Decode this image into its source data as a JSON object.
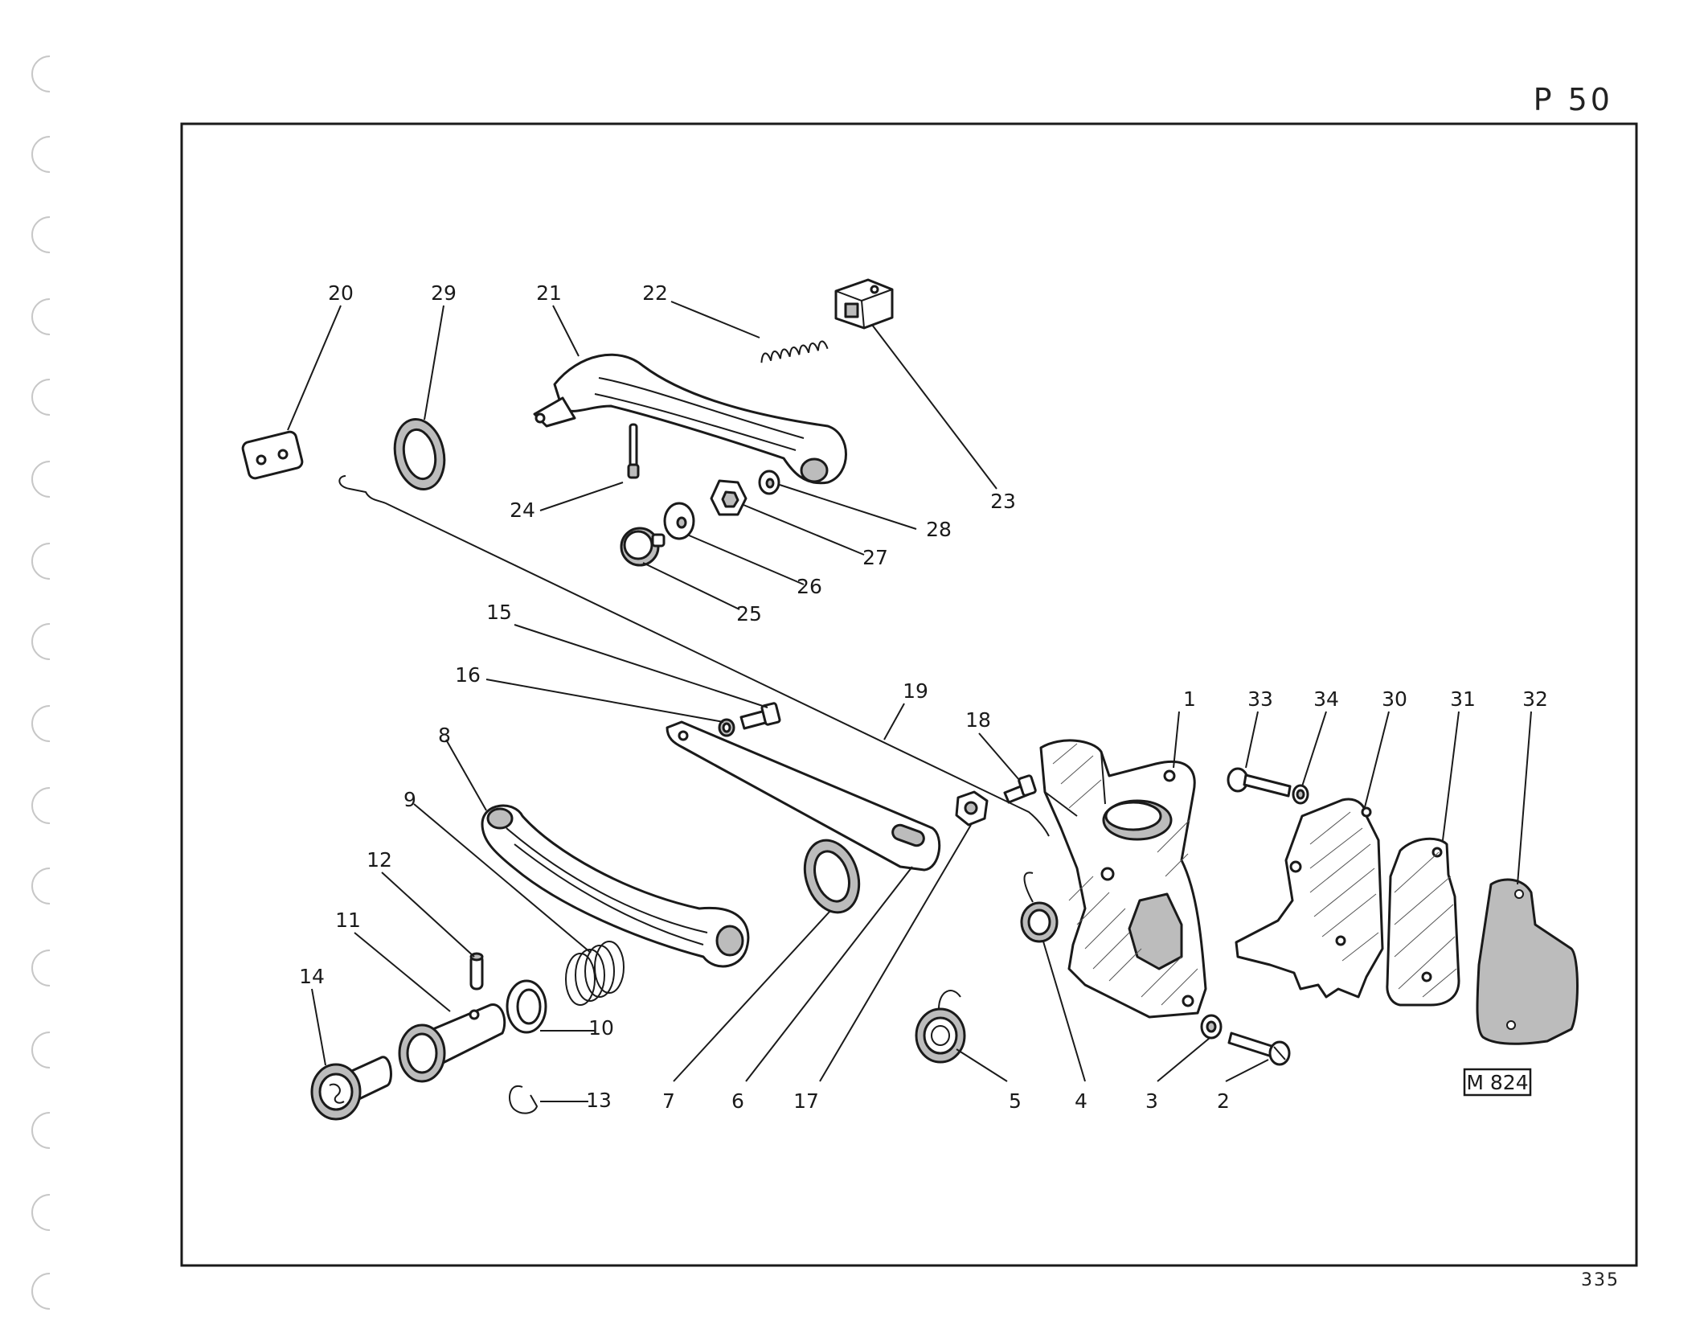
{
  "page_code": "P 50",
  "page_number": "335",
  "figure_code": "M 824",
  "callouts": [
    {
      "id": "1",
      "label": "1"
    },
    {
      "id": "2",
      "label": "2"
    },
    {
      "id": "3",
      "label": "3"
    },
    {
      "id": "4",
      "label": "4"
    },
    {
      "id": "5",
      "label": "5"
    },
    {
      "id": "6",
      "label": "6"
    },
    {
      "id": "7",
      "label": "7"
    },
    {
      "id": "8",
      "label": "8"
    },
    {
      "id": "9",
      "label": "9"
    },
    {
      "id": "10",
      "label": "10"
    },
    {
      "id": "11",
      "label": "11"
    },
    {
      "id": "12",
      "label": "12"
    },
    {
      "id": "13",
      "label": "13"
    },
    {
      "id": "14",
      "label": "14"
    },
    {
      "id": "15",
      "label": "15"
    },
    {
      "id": "16",
      "label": "16"
    },
    {
      "id": "17",
      "label": "17"
    },
    {
      "id": "18",
      "label": "18"
    },
    {
      "id": "19",
      "label": "19"
    },
    {
      "id": "20",
      "label": "20"
    },
    {
      "id": "21",
      "label": "21"
    },
    {
      "id": "22",
      "label": "22"
    },
    {
      "id": "23",
      "label": "23"
    },
    {
      "id": "24",
      "label": "24"
    },
    {
      "id": "25",
      "label": "25"
    },
    {
      "id": "26",
      "label": "26"
    },
    {
      "id": "27",
      "label": "27"
    },
    {
      "id": "28",
      "label": "28"
    },
    {
      "id": "29",
      "label": "29"
    },
    {
      "id": "30",
      "label": "30"
    },
    {
      "id": "31",
      "label": "31"
    },
    {
      "id": "32",
      "label": "32"
    },
    {
      "id": "33",
      "label": "33"
    },
    {
      "id": "34",
      "label": "34"
    }
  ]
}
